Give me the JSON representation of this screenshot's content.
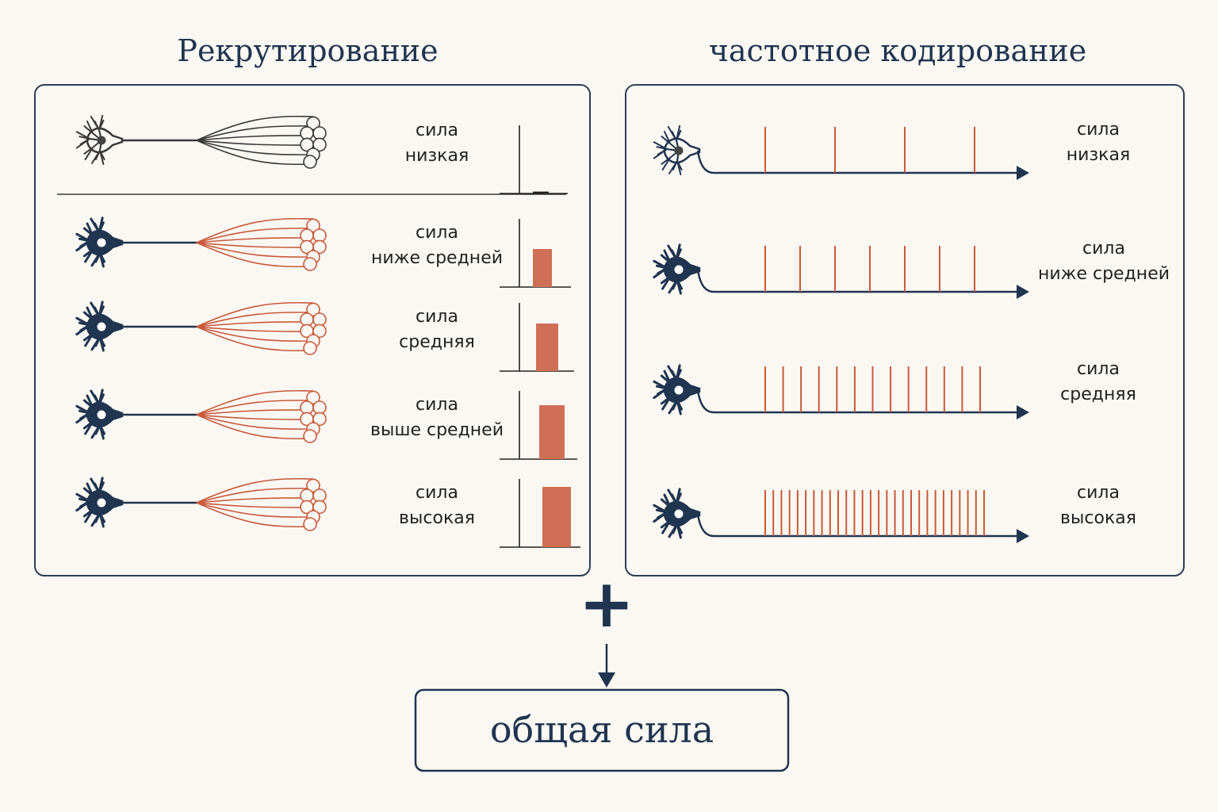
{
  "titles": {
    "recruitment": "Рекрутирование",
    "rate_coding": "частотное кодирование"
  },
  "recruitment_rows": [
    {
      "label_line1": "сила",
      "label_line2": "низкая",
      "force": 0.03,
      "active": false
    },
    {
      "label_line1": "сила",
      "label_line2": "ниже средней",
      "force": 0.6,
      "active": true
    },
    {
      "label_line1": "сила",
      "label_line2": "средняя",
      "force": 0.75,
      "active": true
    },
    {
      "label_line1": "сила",
      "label_line2": "выше средней",
      "force": 0.85,
      "active": true
    },
    {
      "label_line1": "сила",
      "label_line2": "высокая",
      "force": 0.95,
      "active": true
    }
  ],
  "rate_rows": [
    {
      "label_line1": "сила",
      "label_line2": "низкая",
      "spike_count": 4,
      "active": false
    },
    {
      "label_line1": "сила",
      "label_line2": "ниже средней",
      "spike_count": 7,
      "active": true
    },
    {
      "label_line1": "сила",
      "label_line2": "средняя",
      "spike_count": 13,
      "active": true
    },
    {
      "label_line1": "сила",
      "label_line2": "высокая",
      "spike_count": 28,
      "active": true
    }
  ],
  "plus_symbol": "+",
  "total_label": "общая сила",
  "colors": {
    "background": "#fbf8f3",
    "navy": "#1f3550",
    "orange": "#c8593b",
    "bar_fill": "#cf6f56",
    "dark_line": "#3a3a3a",
    "panel_border": "#2c3e55"
  }
}
